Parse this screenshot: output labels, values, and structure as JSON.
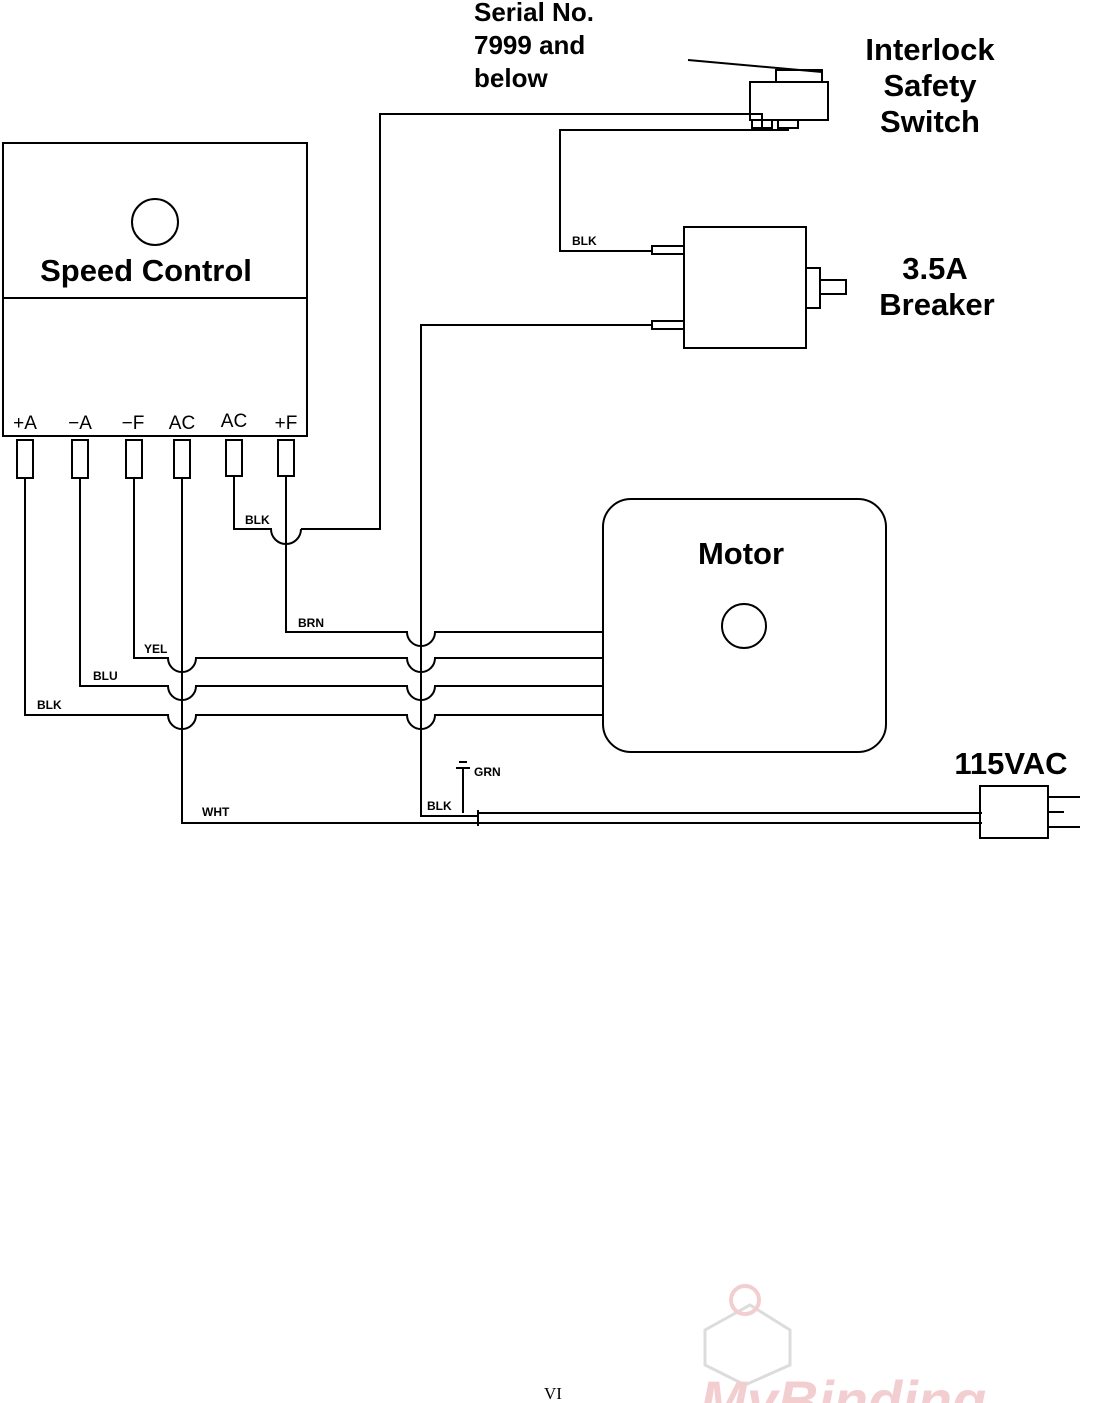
{
  "labels": {
    "serial_line1": "Serial No.",
    "serial_line2": "7999 and",
    "serial_line3": "below",
    "interlock_line1": "Interlock",
    "interlock_line2": "Safety",
    "interlock_line3": "Switch",
    "speed_control": "Speed Control",
    "breaker_line1": "3.5A",
    "breaker_line2": "Breaker",
    "motor": "Motor",
    "power": "115VAC"
  },
  "terminals": [
    "+A",
    "−A",
    "−F",
    "AC",
    "AC",
    "+F"
  ],
  "wires": {
    "blk_switch": "BLK",
    "blk_ac": "BLK",
    "brn": "BRN",
    "yel": "YEL",
    "blu": "BLU",
    "blk_a": "BLK",
    "wht": "WHT",
    "blk_line": "BLK",
    "grn": "GRN"
  },
  "page_number": "VI",
  "watermark": "MyBinding"
}
